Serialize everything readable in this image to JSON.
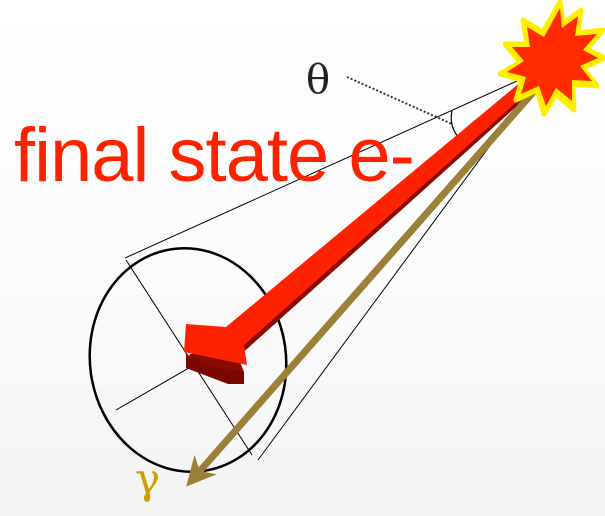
{
  "labels": {
    "electron": "final state e-",
    "angle": "θ",
    "photon": "γ"
  },
  "icons": {
    "vertex": "explosion-icon"
  },
  "colors": {
    "electron": "#ff2200",
    "electron_shadow": "#8a0a00",
    "photon": "#9b8038",
    "burst_fill": "#ff2a00",
    "burst_outline": "#ffee00",
    "lines": "#000000",
    "gamma_text": "#c9a000"
  }
}
